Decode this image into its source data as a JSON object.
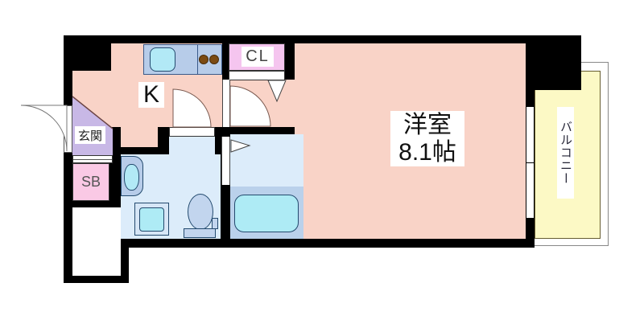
{
  "labels": {
    "kitchen": "K",
    "closet": "CL",
    "shoe_box": "SB",
    "entrance": "玄関",
    "main_room_name": "洋室",
    "main_room_size": "8.1帖",
    "balcony": "バルコニー"
  },
  "rooms": [
    {
      "name": "kitchen",
      "label": "K"
    },
    {
      "name": "closet",
      "label": "CL"
    },
    {
      "name": "shoe-box",
      "label": "SB"
    },
    {
      "name": "entrance-hall",
      "label": "玄関"
    },
    {
      "name": "western-room",
      "label": "洋室 8.1帖"
    },
    {
      "name": "balcony",
      "label": "バルコニー"
    },
    {
      "name": "bathroom",
      "label": ""
    },
    {
      "name": "toilet-washroom",
      "label": ""
    }
  ],
  "fixtures": [
    "kitchen-counter",
    "kitchen-sink",
    "stove-burners",
    "wash-basin",
    "washing-machine-pan",
    "toilet",
    "bathtub",
    "entrance-door",
    "kitchen-door",
    "room-door",
    "closet-door",
    "bath-door",
    "balcony-window",
    "entrance-step",
    "pipe-space"
  ],
  "colors": {
    "wall": "#000000",
    "room_pink": "#f9d3c7",
    "entrance_lavender": "#c8b8e6",
    "closet_pink": "#f5c5ef",
    "shoebox_pink": "#fac9e5",
    "counter_blue": "#b7cce9",
    "fixture_cyan": "#b2e9f6",
    "wetroom_blue": "#dcecfa",
    "tub_zone_blue": "#bad1eb",
    "balcony_yellow": "#fcf9c5",
    "door_arc": "#7a5a50"
  }
}
